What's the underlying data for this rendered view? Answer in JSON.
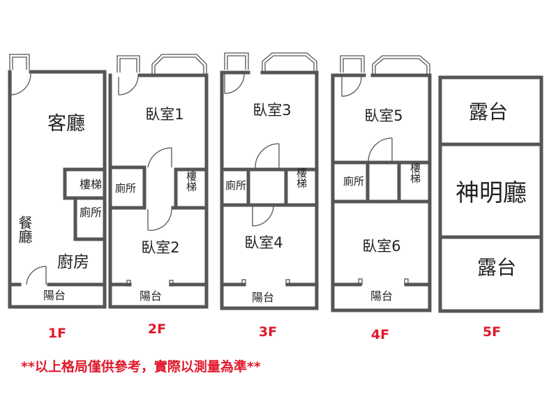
{
  "floor1": {
    "living_room": "客廳",
    "stairs": "樓梯",
    "toilet": "廁所",
    "dining_room": "餐廳",
    "kitchen": "廚房",
    "balcony": "陽台",
    "floor_label": "1F"
  },
  "floor2": {
    "bedroom_a": "臥室1",
    "toilet": "廁所",
    "stairs": "樓梯",
    "bedroom_b": "臥室2",
    "balcony": "陽台",
    "floor_label": "2F"
  },
  "floor3": {
    "bedroom_a": "臥室3",
    "toilet": "廁所",
    "stairs": "樓梯",
    "bedroom_b": "臥室4",
    "balcony": "陽台",
    "floor_label": "3F"
  },
  "floor4": {
    "bedroom_a": "臥室5",
    "toilet": "廁所",
    "stairs": "樓梯",
    "bedroom_b": "臥室6",
    "balcony": "陽台",
    "floor_label": "4F"
  },
  "floor5": {
    "terrace_top": "露台",
    "shrine_hall": "神明廳",
    "terrace_bottom": "露台",
    "floor_label": "5F"
  },
  "disclaimer": "**以上格局僅供參考，實際以測量為準**"
}
